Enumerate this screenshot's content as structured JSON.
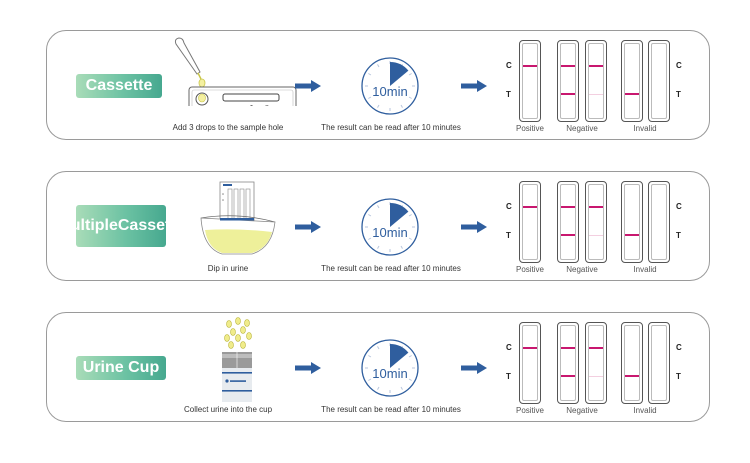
{
  "colors": {
    "badge_start": "#a9dcb8",
    "badge_end": "#46a88f",
    "arrow": "#2f5e9e",
    "timer": "#2f5e9e",
    "line": "#c8176f",
    "faint_line": "#f3cfe0",
    "urine": "#eef09a"
  },
  "rows": [
    {
      "label": "Cassette",
      "step_caption": "Add 3 drops to the sample hole",
      "timer_text": "10min",
      "timer_caption": "The result can be read after 10 minutes",
      "illustration": "cassette-dropper-icon"
    },
    {
      "label": "Multiple Cassette",
      "label_line1": "Multiple",
      "label_line2": "Cassette",
      "step_caption": "Dip in urine",
      "timer_text": "10min",
      "timer_caption": "The result can be read after 10 minutes",
      "illustration": "dip-card-bowl-icon"
    },
    {
      "label": "Urine Cup",
      "step_caption": "Collect urine into the cup",
      "timer_text": "10min",
      "timer_caption": "The result can be read after 10 minutes",
      "illustration": "urine-cup-icon"
    }
  ],
  "results": {
    "c_label": "C",
    "t_label": "T",
    "positive": "Positive",
    "negative": "Negative",
    "invalid": "Invalid"
  },
  "cassette_marks": {
    "s": "S",
    "t": "T",
    "c": "C"
  }
}
